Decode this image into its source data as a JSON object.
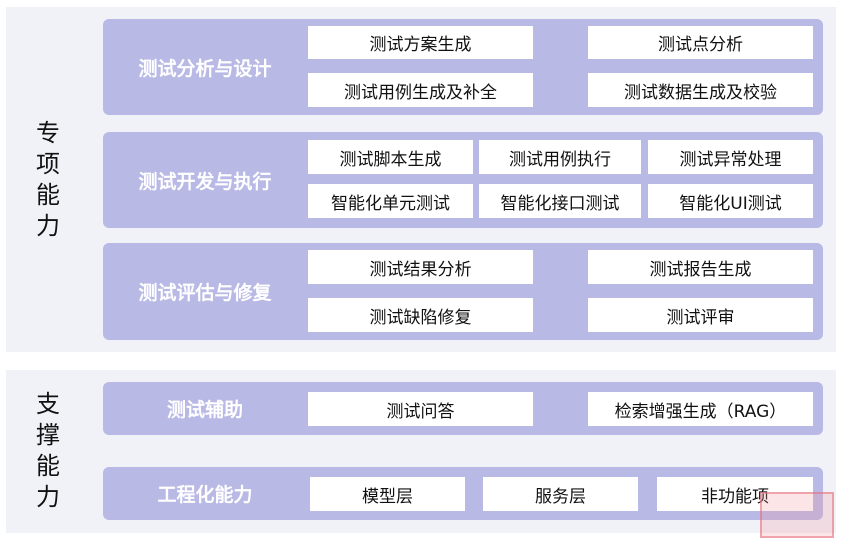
{
  "sections": [
    {
      "label": "专项能力",
      "groups": [
        {
          "title": "测试分析与设计",
          "items": [
            "测试方案生成",
            "测试点分析",
            "测试用例生成及补全",
            "测试数据生成及校验"
          ]
        },
        {
          "title": "测试开发与执行",
          "items": [
            "测试脚本生成",
            "测试用例执行",
            "测试异常处理",
            "智能化单元测试",
            "智能化接口测试",
            "智能化UI测试"
          ]
        },
        {
          "title": "测试评估与修复",
          "items": [
            "测试结果分析",
            "测试报告生成",
            "测试缺陷修复",
            "测试评审"
          ]
        }
      ]
    },
    {
      "label": "支撑能力",
      "groups": [
        {
          "title": "测试辅助",
          "items": [
            "测试问答",
            "检索增强生成（RAG）"
          ]
        },
        {
          "title": "工程化能力",
          "items": [
            "模型层",
            "服务层",
            "非功能项"
          ]
        }
      ]
    }
  ],
  "colors": {
    "panel": "#f1f2f8",
    "group": "#b9b9e6",
    "cell": "#ffffff"
  }
}
